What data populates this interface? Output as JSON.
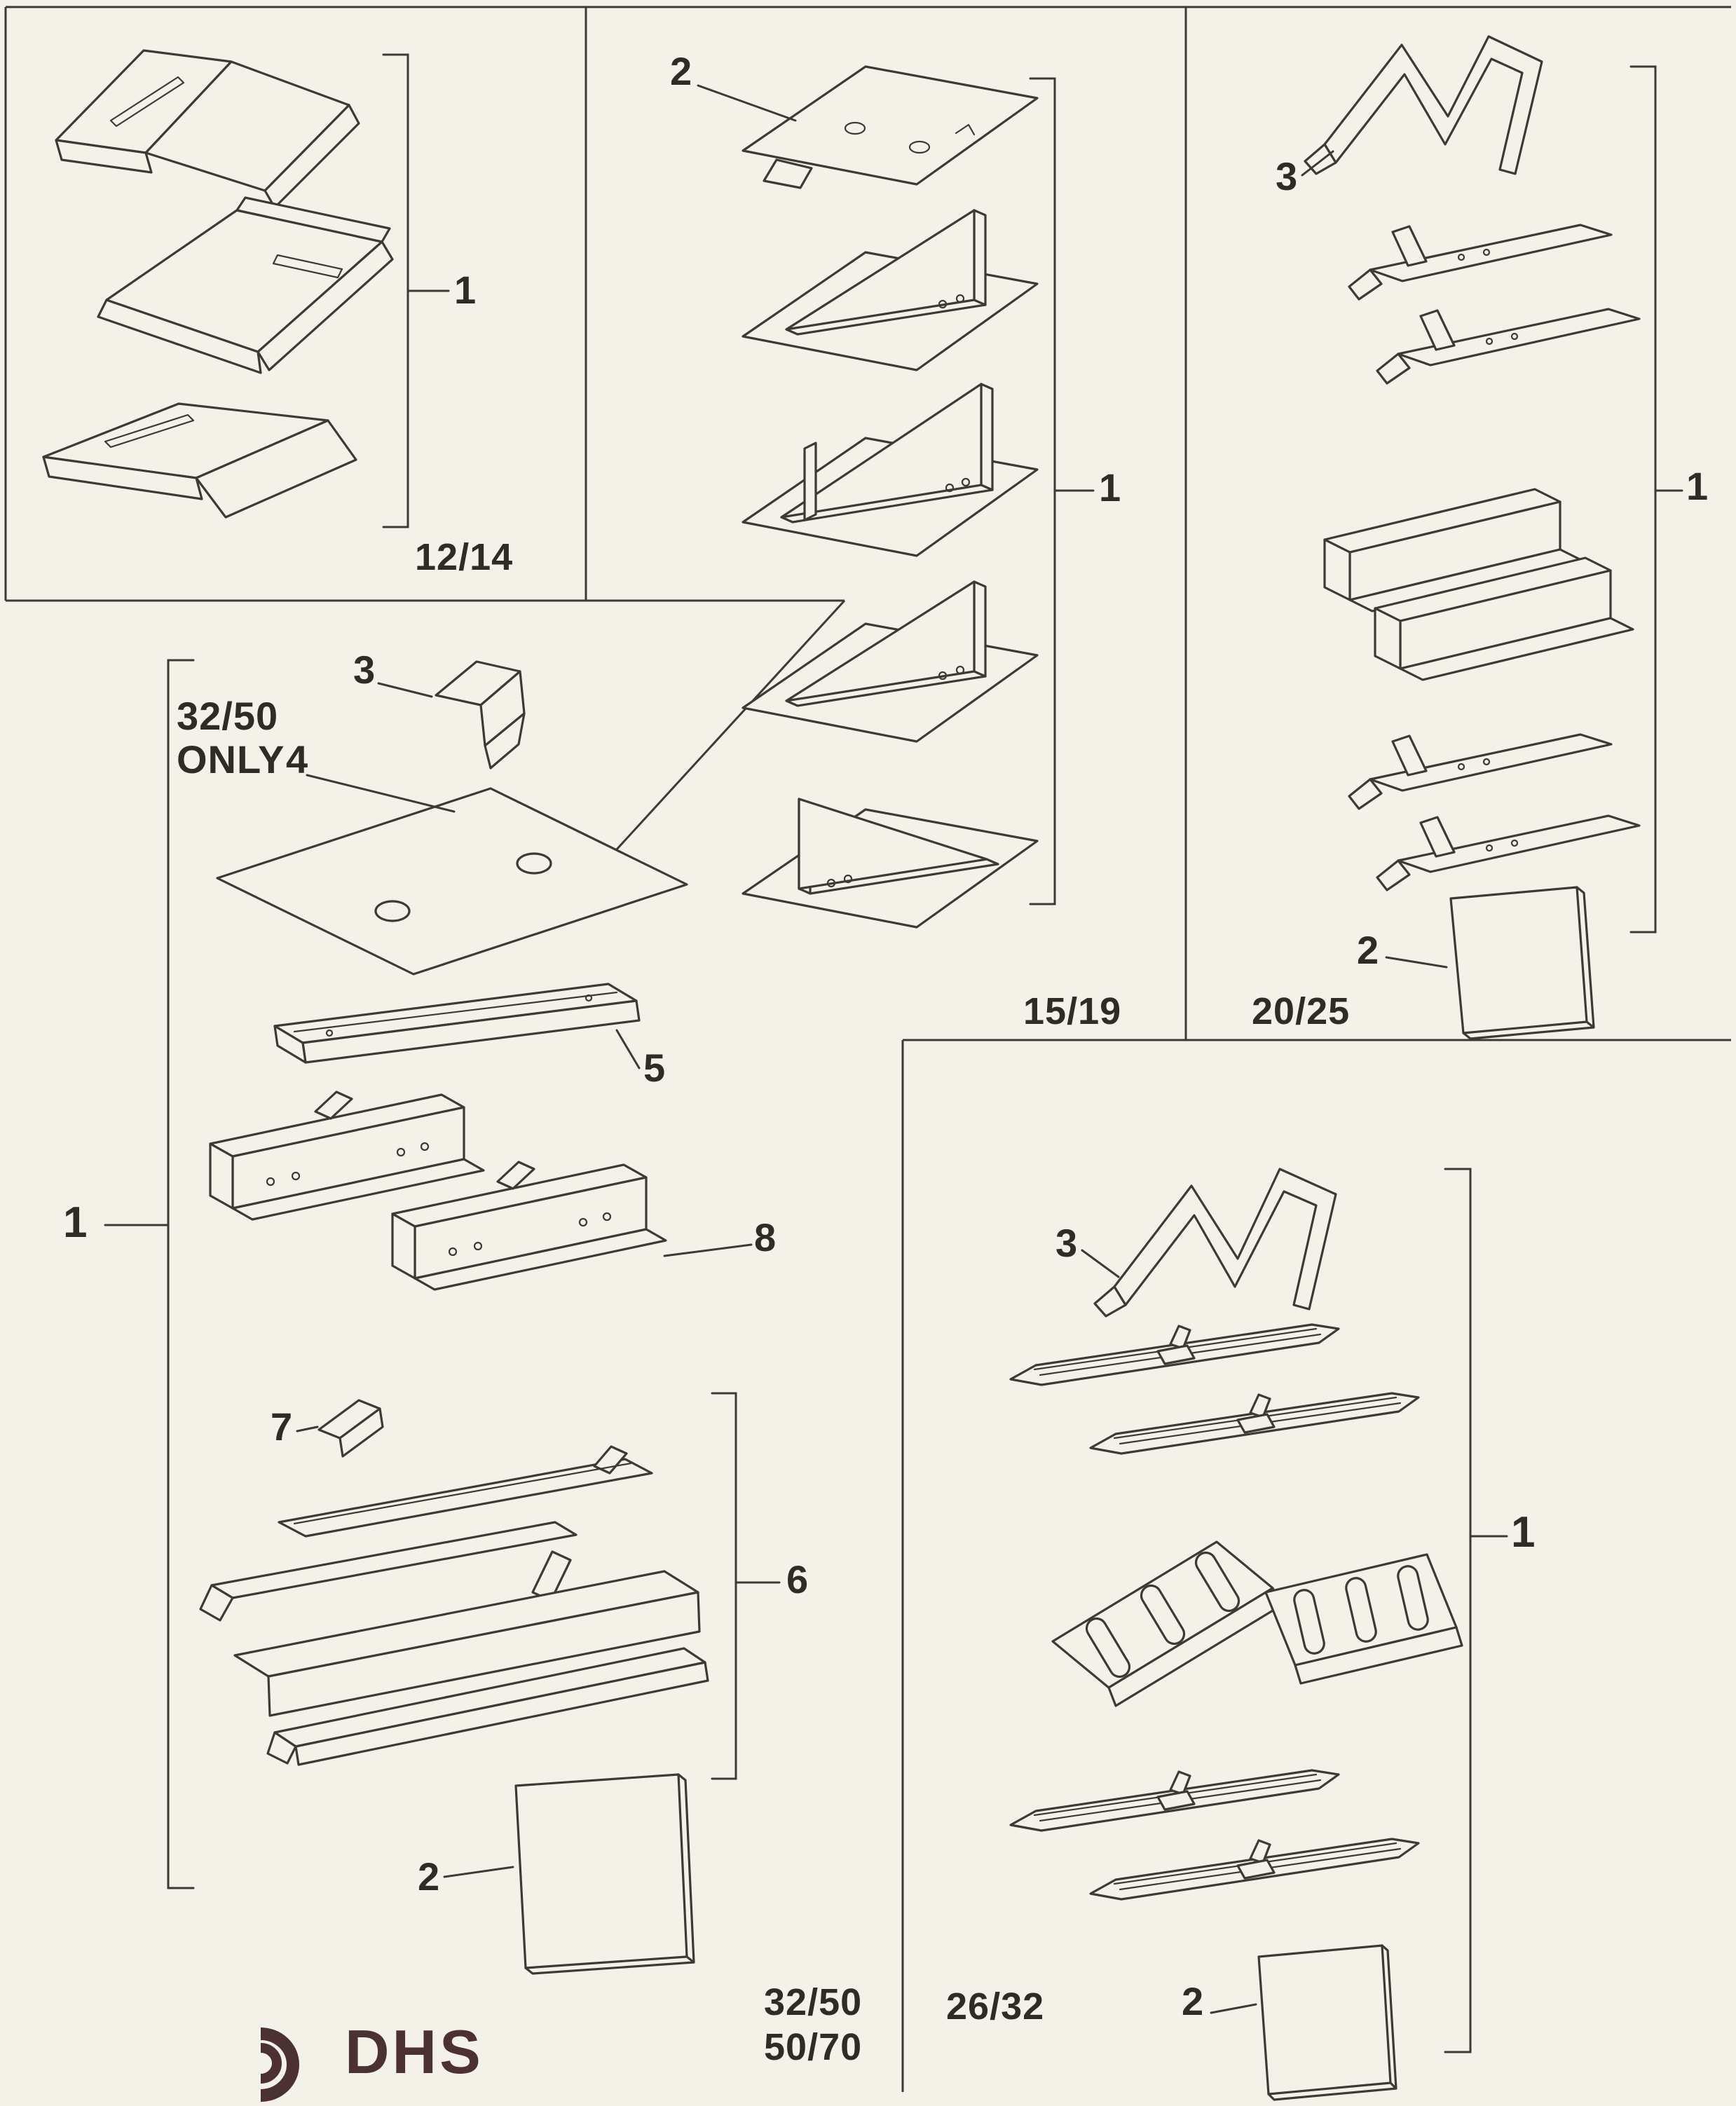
{
  "meta": {
    "bg": "#f4f1e9",
    "line_color": "#3e3a33",
    "text_color": "#2f2c26",
    "logo_color": "#4b3034"
  },
  "panels": {
    "p1214": {
      "label": "12/14",
      "c1": "1"
    },
    "p1519": {
      "label": "15/19",
      "c1": "1",
      "c2": "2"
    },
    "p2025": {
      "label": "20/25",
      "c1": "1",
      "c2": "2",
      "c3": "3"
    },
    "p3250": {
      "note1": "32/50",
      "note2": "ONLY",
      "label1": "32/50",
      "label2": "50/70",
      "c1": "1",
      "c2": "2",
      "c3": "3",
      "c4": "4",
      "c5": "5",
      "c6": "6",
      "c7": "7",
      "c8": "8"
    },
    "p2632": {
      "label": "26/32",
      "c1": "1",
      "c2": "2",
      "c3": "3"
    }
  },
  "logo": {
    "text": "DHS"
  }
}
